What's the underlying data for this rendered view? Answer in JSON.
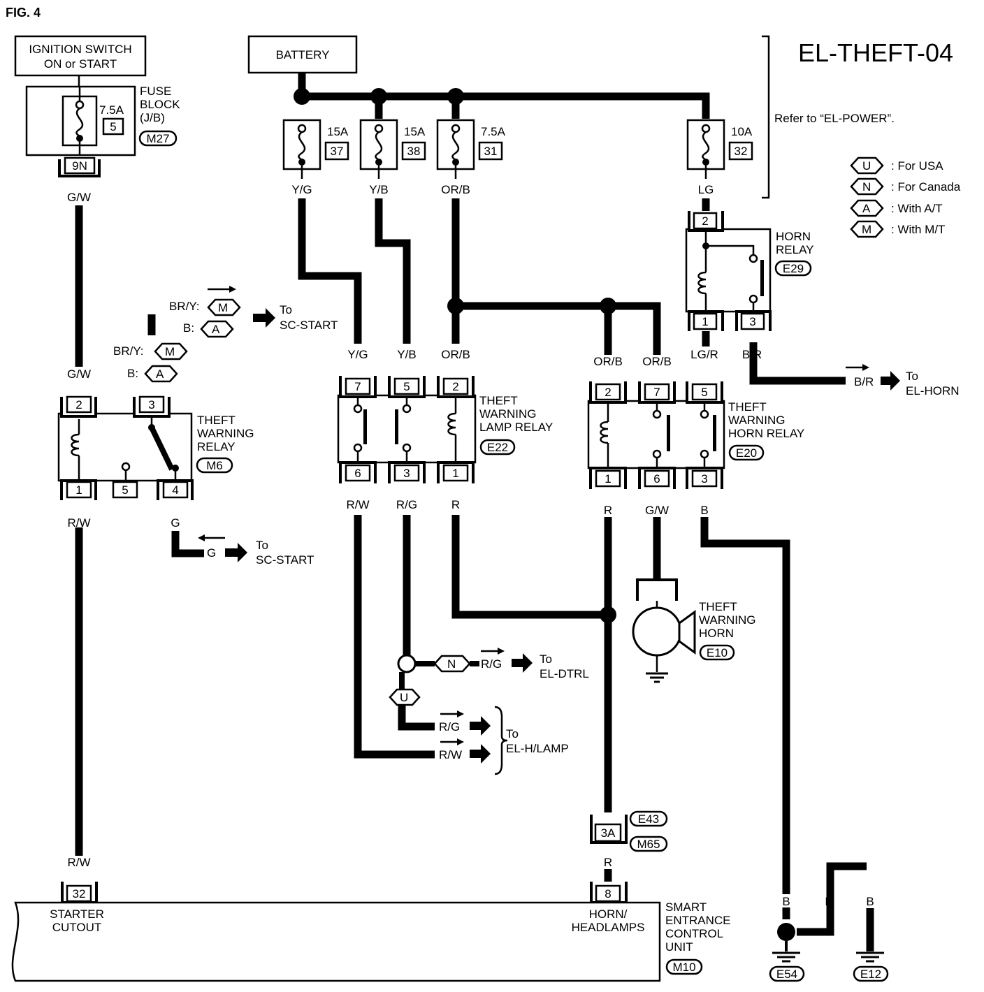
{
  "figure": "FIG. 4",
  "diagram_id": "EL-THEFT-04",
  "refer": "Refer to “EL-POWER”.",
  "legend": [
    {
      "code": "U",
      "text": ": For USA"
    },
    {
      "code": "N",
      "text": ": For Canada"
    },
    {
      "code": "A",
      "text": ": With A/T"
    },
    {
      "code": "M",
      "text": ": With M/T"
    }
  ],
  "ignition": {
    "line1": "IGNITION SWITCH",
    "line2": "ON or START"
  },
  "battery": "BATTERY",
  "fuse_block": {
    "l1": "FUSE",
    "l2": "BLOCK",
    "l3": "(J/B)",
    "conn": "M27",
    "fuse_amp": "7.5A",
    "fuse_no": "5",
    "terminal": "9N"
  },
  "fuses": [
    {
      "amp": "15A",
      "no": "37",
      "wire": "Y/G"
    },
    {
      "amp": "15A",
      "no": "38",
      "wire": "Y/B"
    },
    {
      "amp": "7.5A",
      "no": "31",
      "wire": "OR/B"
    },
    {
      "amp": "10A",
      "no": "32",
      "wire": "LG"
    }
  ],
  "wires": {
    "gw": "G/W",
    "rw": "R/W",
    "g": "G",
    "yg": "Y/G",
    "yb": "Y/B",
    "orb": "OR/B",
    "lgr": "LG/R",
    "br": "B/R",
    "r": "R",
    "rg": "R/G",
    "b": "B",
    "bry": "BR/Y:",
    "bcol": "B:"
  },
  "to": "To",
  "sc_start": "SC-START",
  "el_horn": "EL-HORN",
  "el_dtrl": "EL-DTRL",
  "el_hlamp": "EL-H/LAMP",
  "theft_relay": {
    "l1": "THEFT",
    "l2": "WARNING",
    "l3": "RELAY",
    "conn": "M6",
    "pins": [
      "2",
      "3",
      "1",
      "5",
      "4"
    ]
  },
  "lamp_relay": {
    "l1": "THEFT",
    "l2": "WARNING",
    "l3": "LAMP RELAY",
    "conn": "E22",
    "pins": [
      "7",
      "5",
      "2",
      "6",
      "3",
      "1"
    ]
  },
  "horn_relay_theft": {
    "l1": "THEFT",
    "l2": "WARNING",
    "l3": "HORN RELAY",
    "conn": "E20",
    "pins": [
      "2",
      "7",
      "5",
      "1",
      "6",
      "3"
    ]
  },
  "horn_relay": {
    "l1": "HORN",
    "l2": "RELAY",
    "conn": "E29",
    "pins": [
      "2",
      "1",
      "3"
    ]
  },
  "horn": {
    "l1": "THEFT",
    "l2": "WARNING",
    "l3": "HORN",
    "conn": "E10",
    "plus": "+"
  },
  "joint": {
    "terminal": "3A",
    "c1": "E43",
    "c2": "M65"
  },
  "secu": {
    "l1": "SMART",
    "l2": "ENTRANCE",
    "l3": "CONTROL",
    "l4": "UNIT",
    "conn": "M10",
    "pin_sc": "32",
    "pin_hh": "8",
    "sc1": "STARTER",
    "sc2": "CUTOUT",
    "hh1": "HORN/",
    "hh2": "HEADLAMPS"
  },
  "grounds": [
    "E54",
    "E12"
  ]
}
